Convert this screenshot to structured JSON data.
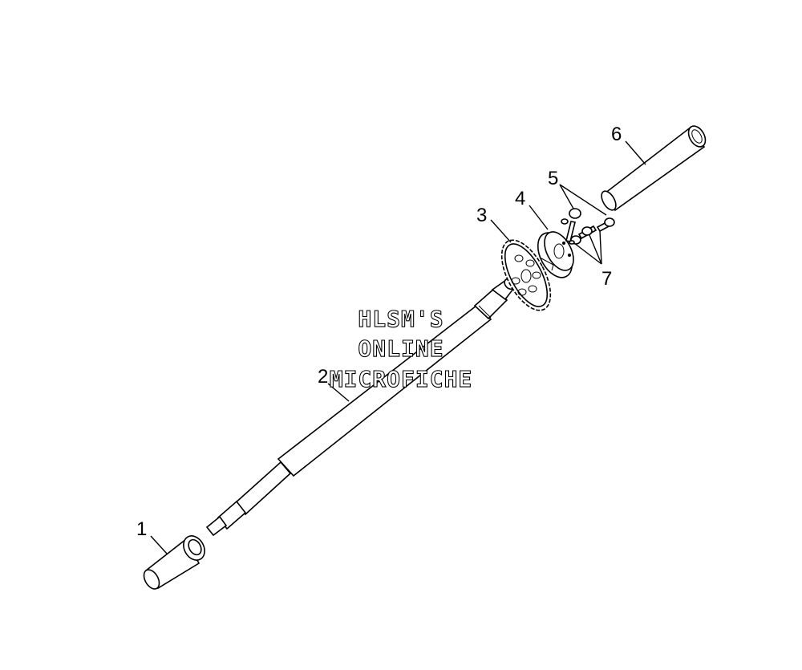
{
  "diagram": {
    "callouts": {
      "c1": "1",
      "c2": "2",
      "c3": "3",
      "c4": "4",
      "c5": "5",
      "c6": "6",
      "c7": "7"
    },
    "watermark": {
      "line1": "HLSM'S",
      "line2": "ONLINE",
      "line3": "MICROFICHE"
    }
  }
}
